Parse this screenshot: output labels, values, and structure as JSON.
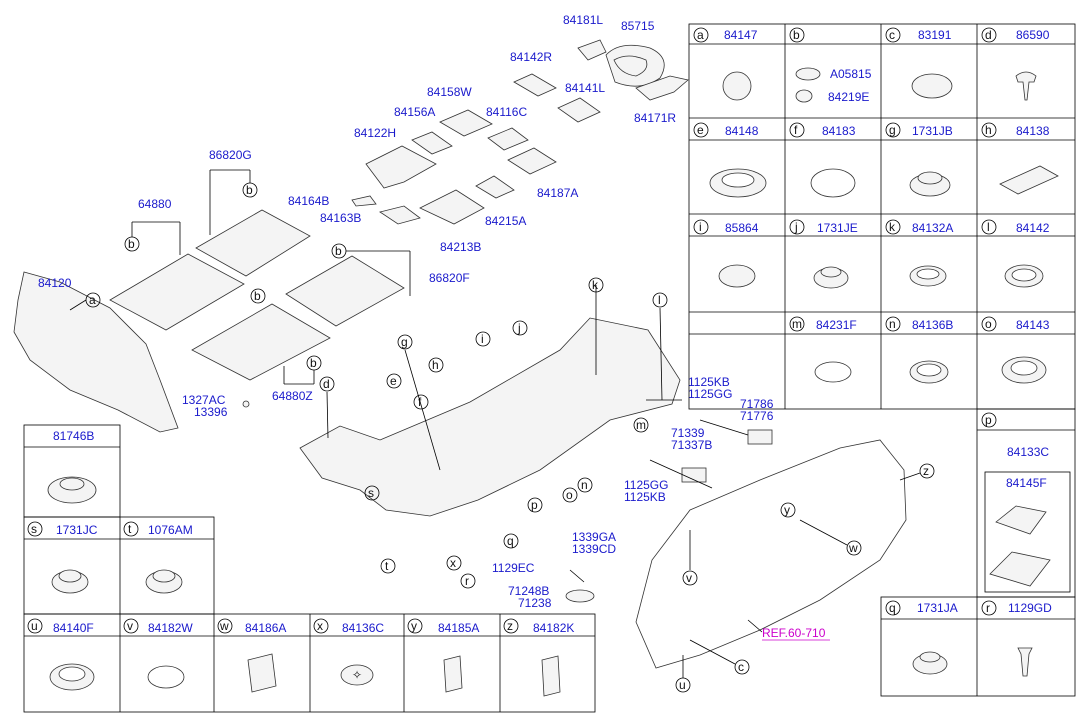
{
  "main_labels": {
    "l84181L": "84181L",
    "l85715": "85715",
    "l84142R": "84142R",
    "l84141L": "84141L",
    "l84171R": "84171R",
    "l84158W": "84158W",
    "l84156A": "84156A",
    "l84116C": "84116C",
    "l84122H": "84122H",
    "l84187A": "84187A",
    "l86820G": "86820G",
    "l84164B": "84164B",
    "l84163B": "84163B",
    "l84215A": "84215A",
    "l84213B": "84213B",
    "l64880": "64880",
    "l86820F": "86820F",
    "l84120": "84120",
    "l1327AC": "1327AC",
    "l13396": "13396",
    "l64880Z": "64880Z",
    "l1125KB_a": "1125KB",
    "l1125GG_a": "1125GG",
    "l71786": "71786",
    "l71776": "71776",
    "l71339": "71339",
    "l71337B": "71337B",
    "l1125GG_b": "1125GG",
    "l1125KB_b": "1125KB",
    "l1339GA": "1339GA",
    "l1339CD": "1339CD",
    "l1129EC": "1129EC",
    "l71248B": "71248B",
    "l71238": "71238",
    "ref": "REF.60-710"
  },
  "callout_letters": {
    "a": "a",
    "b": "b",
    "c": "c",
    "d": "d",
    "e": "e",
    "f": "f",
    "g": "g",
    "h": "h",
    "i": "i",
    "j": "j",
    "k": "k",
    "l": "l",
    "m": "m",
    "n": "n",
    "o": "o",
    "p": "p",
    "q": "q",
    "r": "r",
    "s": "s",
    "t": "t",
    "u": "u",
    "v": "v",
    "w": "w",
    "x": "x",
    "y": "y",
    "z": "z"
  },
  "legend_cells": {
    "a": {
      "letter": "a",
      "part": "84147"
    },
    "b": {
      "letter": "b",
      "sub1": "A05815",
      "sub2": "84219E"
    },
    "c": {
      "letter": "c",
      "part": "83191"
    },
    "d": {
      "letter": "d",
      "part": "86590"
    },
    "e": {
      "letter": "e",
      "part": "84148"
    },
    "f": {
      "letter": "f",
      "part": "84183"
    },
    "g": {
      "letter": "g",
      "part": "1731JB"
    },
    "h": {
      "letter": "h",
      "part": "84138"
    },
    "i": {
      "letter": "i",
      "part": "85864"
    },
    "j": {
      "letter": "j",
      "part": "1731JE"
    },
    "k": {
      "letter": "k",
      "part": "84132A"
    },
    "l": {
      "letter": "l",
      "part": "84142"
    },
    "m": {
      "letter": "m",
      "part": "84231F"
    },
    "n": {
      "letter": "n",
      "part": "84136B"
    },
    "o": {
      "letter": "o",
      "part": "84143"
    },
    "p": {
      "letter": "p",
      "part": "84133C",
      "sub": "84145F"
    },
    "q": {
      "letter": "q",
      "part": "1731JA"
    },
    "r": {
      "letter": "r",
      "part": "1129GD"
    },
    "top_left": {
      "part": "81746B"
    },
    "s": {
      "letter": "s",
      "part": "1731JC"
    },
    "t": {
      "letter": "t",
      "part": "1076AM"
    },
    "u": {
      "letter": "u",
      "part": "84140F"
    },
    "v": {
      "letter": "v",
      "part": "84182W"
    },
    "w": {
      "letter": "w",
      "part": "84186A"
    },
    "x": {
      "letter": "x",
      "part": "84136C"
    },
    "y": {
      "letter": "y",
      "part": "84185A"
    },
    "z": {
      "letter": "z",
      "part": "84182K"
    }
  }
}
